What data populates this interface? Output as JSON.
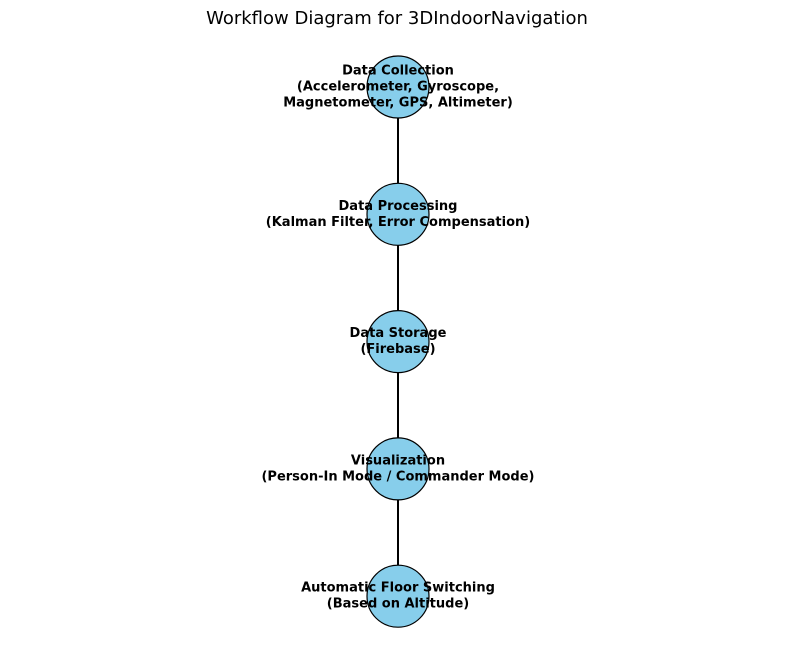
{
  "title": "Workflow Diagram for 3DIndoorNavigation",
  "colors": {
    "node_fill": "#87ceeb",
    "node_stroke": "#000000",
    "edge": "#000000"
  },
  "nodes": [
    {
      "id": "data-collection",
      "lines": [
        "Data Collection",
        "(Accelerometer, Gyroscope,",
        "Magnetometer, GPS, Altimeter)"
      ]
    },
    {
      "id": "data-processing",
      "lines": [
        "Data Processing",
        "(Kalman Filter, Error Compensation)"
      ]
    },
    {
      "id": "data-storage",
      "lines": [
        "Data Storage",
        "(Firebase)"
      ]
    },
    {
      "id": "visualization",
      "lines": [
        "Visualization",
        "(Person-In Mode / Commander Mode)"
      ]
    },
    {
      "id": "floor-switching",
      "lines": [
        "Automatic Floor Switching",
        "(Based on Altitude)"
      ]
    }
  ],
  "edges": [
    [
      "data-collection",
      "data-processing"
    ],
    [
      "data-processing",
      "data-storage"
    ],
    [
      "data-storage",
      "visualization"
    ],
    [
      "visualization",
      "floor-switching"
    ]
  ]
}
